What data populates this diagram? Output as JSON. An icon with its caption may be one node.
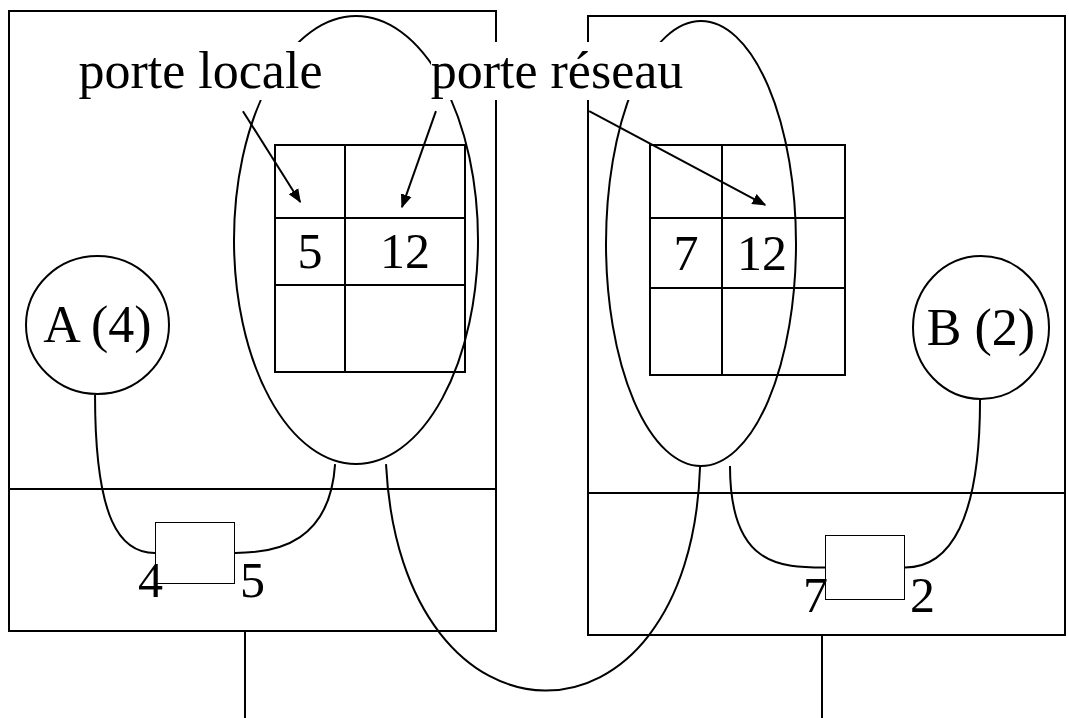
{
  "diagram": {
    "nodes": [
      {
        "text": [],
        "shape": "box"
      },
      {
        "text": [],
        "shape": "box"
      },
      {
        "text": [
          "porte locale"
        ],
        "in": 0
      },
      {
        "text": [
          "porte réseau"
        ]
      },
      {
        "text": [
          "A (4)"
        ],
        "in": 0
      },
      {
        "text": [],
        "shape": "ellipse",
        "in": 0
      },
      {
        "text": [],
        "shape": "box",
        "in": 5
      },
      {
        "text": [],
        "shape": "box",
        "in": 6
      },
      {
        "text": [],
        "shape": "box",
        "in": 6
      },
      {
        "text": [
          "5"
        ],
        "in": 6
      },
      {
        "text": [
          "12"
        ],
        "in": 6
      },
      {
        "text": [],
        "shape": "box",
        "in": 6
      },
      {
        "text": [],
        "shape": "box",
        "in": 6
      },
      {
        "text": [],
        "shape": "box",
        "in": 0,
        "beside": [
          "4",
          "5"
        ]
      },
      {
        "text": [],
        "shape": "ellipse",
        "in": 1
      },
      {
        "text": [],
        "shape": "box",
        "in": 1
      },
      {
        "text": [],
        "shape": "box"
      },
      {
        "text": [],
        "shape": "box",
        "in": 15
      },
      {
        "text": [
          "7"
        ]
      },
      {
        "text": [
          "12"
        ],
        "in": 15
      },
      {
        "text": [],
        "shape": "box"
      },
      {
        "text": [],
        "shape": "box",
        "in": 15
      },
      {
        "text": [
          "B (2)"
        ],
        "in": 1
      },
      {
        "text": [],
        "shape": "box",
        "in": 1,
        "beside": [
          "7",
          "2"
        ]
      }
    ],
    "edges": [
      {
        "from": 2,
        "to": 7,
        "arrow": "to"
      },
      {
        "from": 3,
        "to": 8,
        "arrow": "to"
      },
      {
        "from": 3,
        "to": 17,
        "arrow": "to"
      },
      {
        "from": 4,
        "to": 13,
        "arrow": "none"
      },
      {
        "from": 5,
        "to": 13,
        "arrow": "none"
      },
      {
        "from": 5,
        "to": 14,
        "arrow": "none"
      },
      {
        "from": 14,
        "to": 23,
        "arrow": "none"
      },
      {
        "from": 22,
        "to": 23,
        "arrow": "none"
      }
    ]
  }
}
